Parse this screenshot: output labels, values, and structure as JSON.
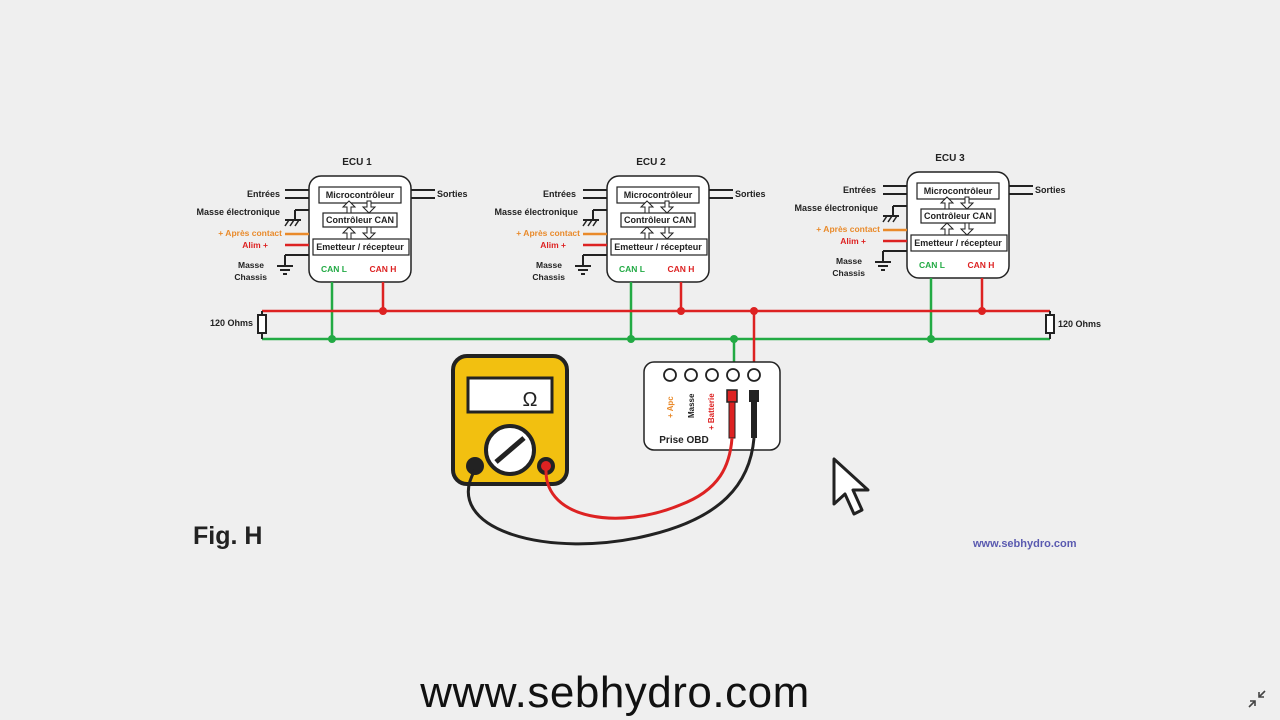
{
  "ecus": [
    {
      "title": "ECU 1",
      "inputs": "Entrées",
      "outputs": "Sorties",
      "ground_electronic": "Masse électronique",
      "after_contact": "+ Après contact",
      "power": "Alim +",
      "ground_chassis_1": "Masse",
      "ground_chassis_2": "Chassis",
      "microcontroller": "Microcontrôleur",
      "can_controller": "Contrôleur CAN",
      "transceiver": "Emetteur / récepteur",
      "can_l": "CAN L",
      "can_h": "CAN H"
    },
    {
      "title": "ECU 2",
      "inputs": "Entrées",
      "outputs": "Sorties",
      "ground_electronic": "Masse électronique",
      "after_contact": "+ Après contact",
      "power": "Alim +",
      "ground_chassis_1": "Masse",
      "ground_chassis_2": "Chassis",
      "microcontroller": "Microcontrôleur",
      "can_controller": "Contrôleur CAN",
      "transceiver": "Emetteur / récepteur",
      "can_l": "CAN L",
      "can_h": "CAN H"
    },
    {
      "title": "ECU 3",
      "inputs": "Entrées",
      "outputs": "Sorties",
      "ground_electronic": "Masse électronique",
      "after_contact": "+ Après contact",
      "power": "Alim +",
      "ground_chassis_1": "Masse",
      "ground_chassis_2": "Chassis",
      "microcontroller": "Microcontrôleur",
      "can_controller": "Contrôleur CAN",
      "transceiver": "Emetteur / récepteur",
      "can_l": "CAN L",
      "can_h": "CAN H"
    }
  ],
  "resistor_left": "120 Ohms",
  "resistor_right": "120 Ohms",
  "obd": {
    "label": "Prise OBD",
    "pin_apc": "+ Apc",
    "pin_masse": "Masse",
    "pin_batterie": "+ Batterie"
  },
  "multimeter": {
    "unit_symbol": "Ω"
  },
  "figure_label": "Fig. H",
  "website_small": "www.sebhydro.com",
  "website_big": "www.sebhydro.com",
  "colors": {
    "can_h": "#dd2222",
    "can_l": "#22aa44",
    "after_contact": "#e98a2a",
    "power": "#dd2222",
    "multimeter_body": "#f2c010",
    "background": "#efefef"
  },
  "icons": {
    "cursor": "pointer-arrow-icon",
    "expand": "collapse-arrows-icon"
  }
}
